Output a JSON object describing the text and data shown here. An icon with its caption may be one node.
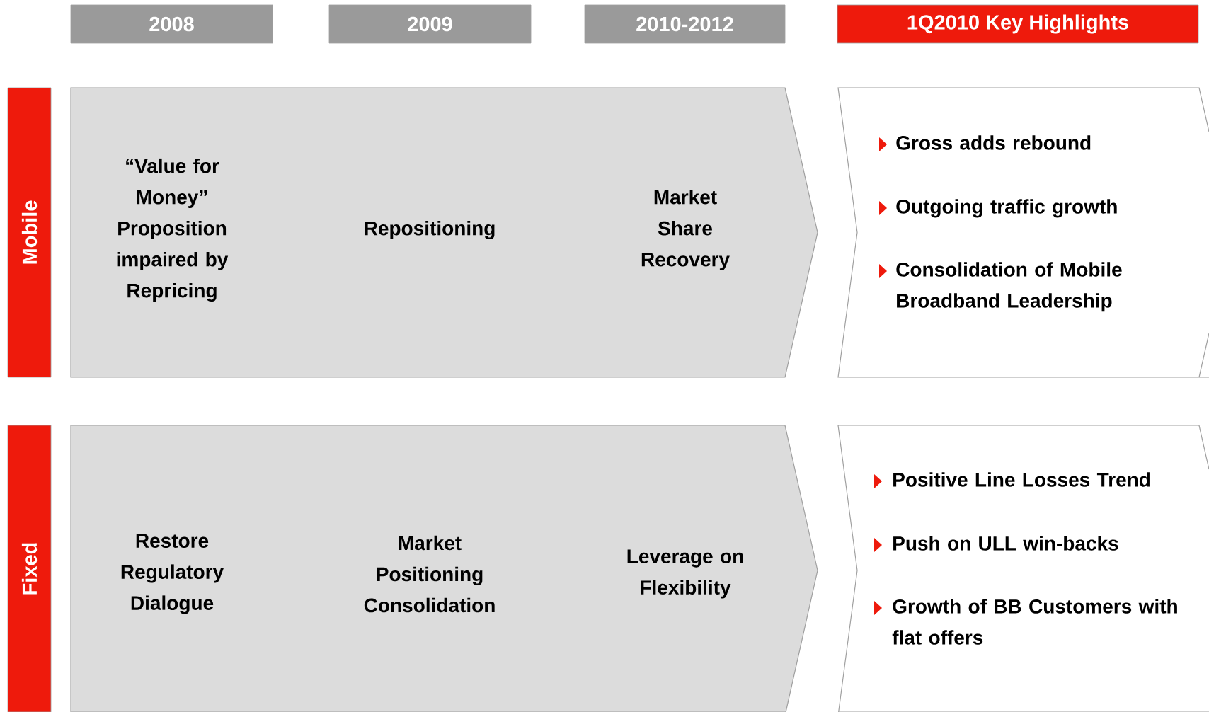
{
  "diagram": {
    "nodes": [
      {
        "text": [
          "2008"
        ]
      },
      {
        "text": [
          "2009"
        ]
      },
      {
        "text": [
          "2010-2012"
        ]
      },
      {
        "text": [
          "1Q2010 Key Highlights"
        ]
      },
      {
        "text": [
          "Mobile"
        ]
      },
      {
        "text": [
          "“Value for Money” Proposition impaired by Repricing",
          "Repositioning",
          "Market Share Recovery"
        ]
      },
      {
        "text": [
          "Gross adds rebound",
          "Outgoing traffic growth",
          "Consolidation of Mobile Broadband Leadership"
        ]
      },
      {
        "text": [
          "Fixed"
        ]
      },
      {
        "text": [
          "Restore Regulatory Dialogue",
          "Market Positioning Consolidation",
          "Leverage on Flexibility"
        ]
      },
      {
        "text": [
          "Positive Line Losses Trend",
          "Push on ULL win-backs",
          "Growth of BB Customers with flat offers"
        ]
      }
    ]
  }
}
